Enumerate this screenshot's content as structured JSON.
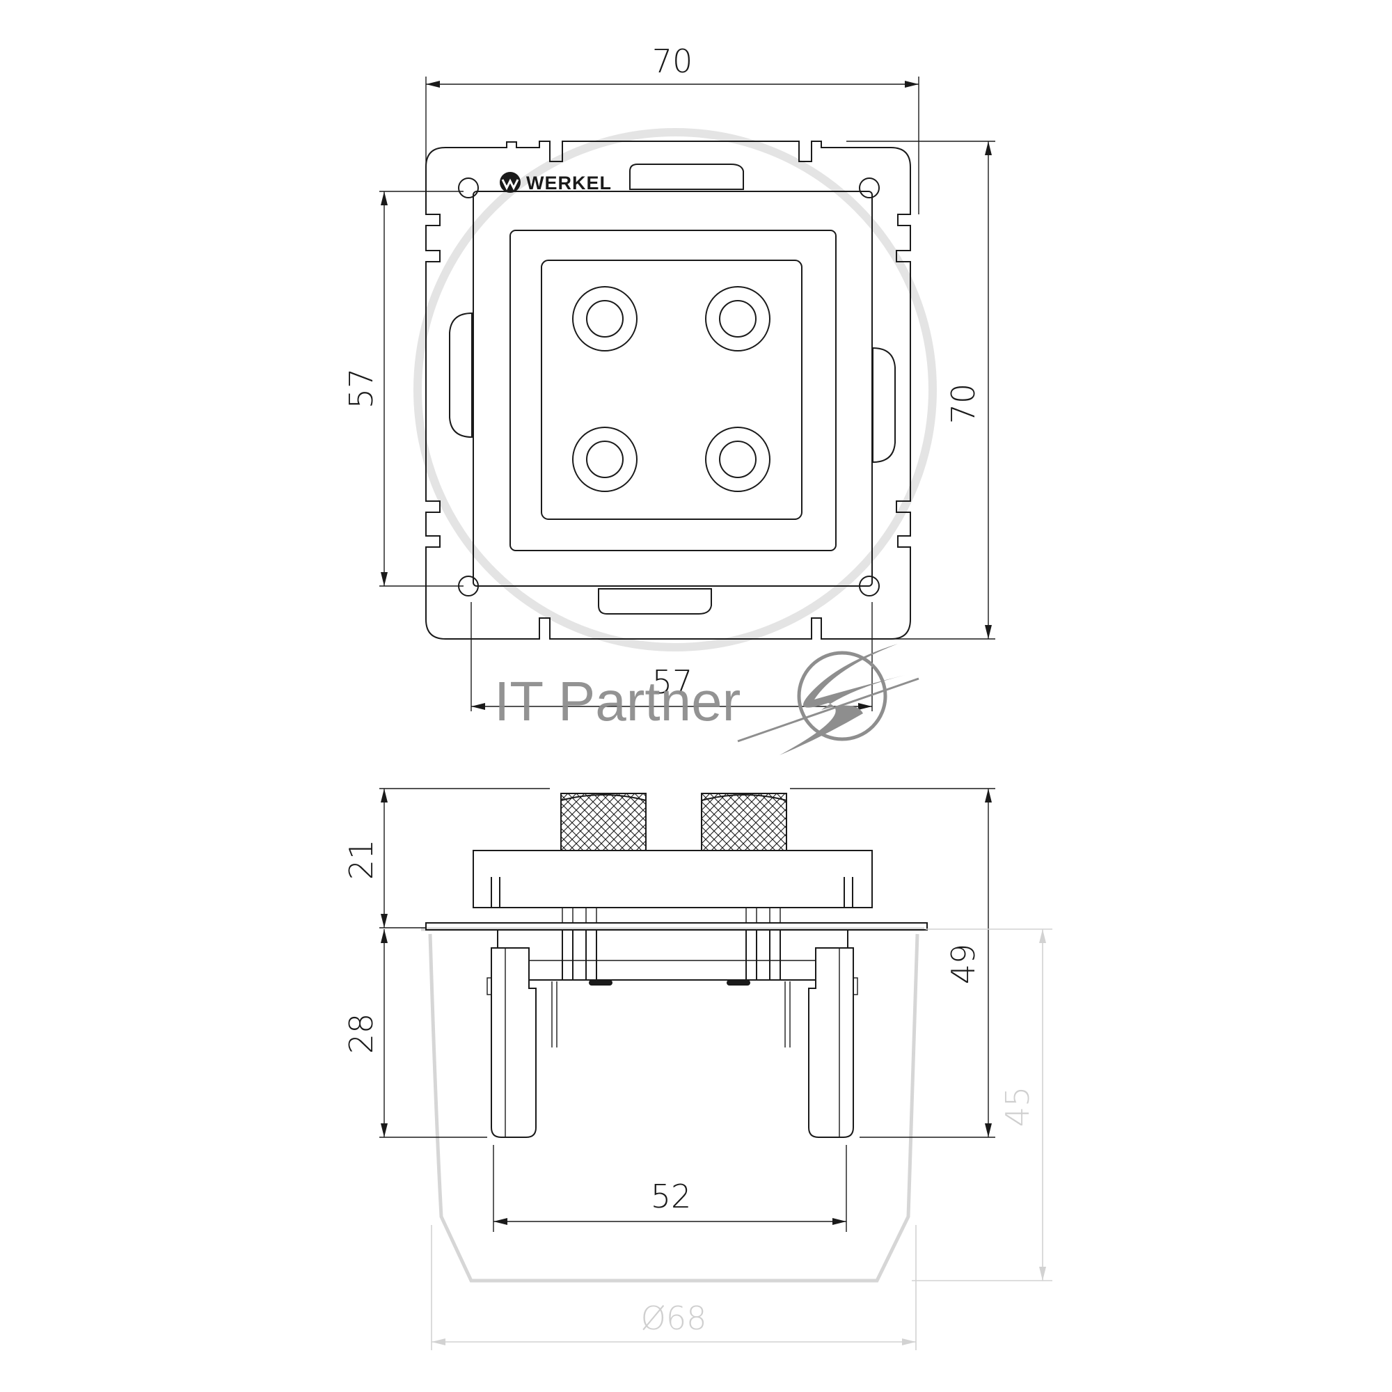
{
  "dimensions": {
    "top_width": "70",
    "left_height": "57",
    "right_height": "70",
    "bottom_width": "57",
    "side_top": "21",
    "side_bottom": "28",
    "side_total": "49",
    "inner_width": "52",
    "box_depth": "45",
    "box_diameter": "Ø68"
  },
  "brand": {
    "label": "WERKEL"
  },
  "watermark": {
    "text": "IT Partner"
  },
  "colors": {
    "line": "#1a1a1a",
    "box_outline": "#d6d6d6",
    "watermark": "#8e8e8e"
  }
}
